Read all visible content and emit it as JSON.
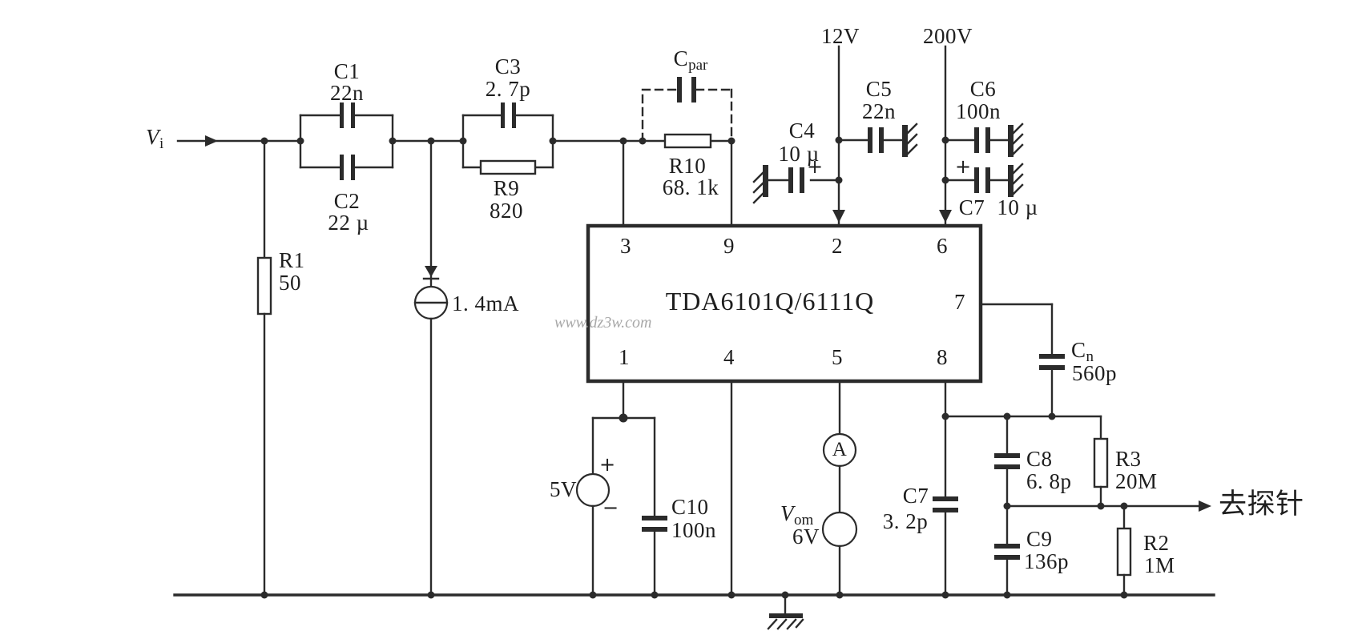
{
  "page": {
    "background": "#ffffff",
    "ink": "#2b2b2b",
    "watermark_color": "#9a9a9a"
  },
  "watermark": {
    "text": "www.dz3w.com"
  },
  "input": {
    "sym": "V",
    "sub": "i"
  },
  "rails": {
    "v12": "12V",
    "v200": "200V"
  },
  "ic": {
    "part": "TDA6101Q/6111Q",
    "p1": "1",
    "p2": "2",
    "p3": "3",
    "p4": "4",
    "p5": "5",
    "p6": "6",
    "p7": "7",
    "p8": "8",
    "p9": "9"
  },
  "components": {
    "c1": {
      "ref": "C1",
      "val": "22n"
    },
    "c2": {
      "ref": "C2",
      "val": "22 µ"
    },
    "c3": {
      "ref": "C3",
      "val": "2. 7p"
    },
    "r9": {
      "ref": "R9",
      "val": "820"
    },
    "cpar": {
      "sym": "C",
      "sub": "par"
    },
    "r10": {
      "ref": "R10",
      "val": "68. 1k"
    },
    "r1": {
      "ref": "R1",
      "val": "50"
    },
    "isrc": {
      "val": "1. 4mA"
    },
    "c4": {
      "ref": "C4",
      "val": "10 µ",
      "polarity": "+"
    },
    "c5": {
      "ref": "C5",
      "val": "22n"
    },
    "c6": {
      "ref": "C6",
      "val": "100n"
    },
    "c7_top": {
      "ref": "C7",
      "val": "10 µ",
      "polarity": "+"
    },
    "c10": {
      "ref": "C10",
      "val": "100n"
    },
    "c7_fb": {
      "ref": "C7",
      "val": "3. 2p"
    },
    "cn": {
      "sym": "C",
      "sub": "n",
      "val": "560p"
    },
    "c8": {
      "ref": "C8",
      "val": "6. 8p"
    },
    "r3": {
      "ref": "R3",
      "val": "20M"
    },
    "c9": {
      "ref": "C9",
      "val": "136p"
    },
    "r2": {
      "ref": "R2",
      "val": "1M"
    }
  },
  "sources": {
    "v5": {
      "val": "5V",
      "plus": "+",
      "minus": "−"
    },
    "ammeter": {
      "sym": "A"
    },
    "vom": {
      "sym": "V",
      "sub": "om",
      "val": "6V"
    }
  },
  "output": {
    "label": "去探针"
  }
}
